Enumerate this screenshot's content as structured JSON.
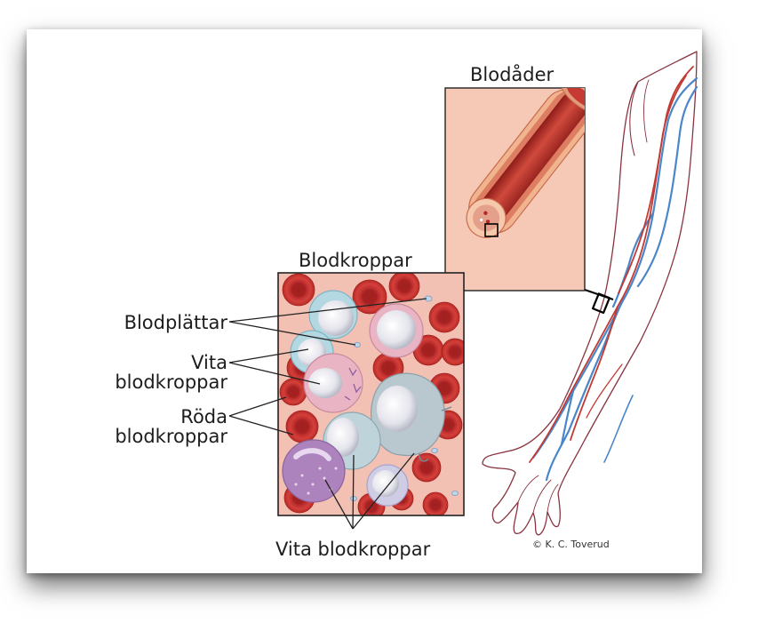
{
  "diagram": {
    "labels": {
      "blood_vessel_title": "Blodåder",
      "blood_cells_title": "Blodkroppar",
      "platelets": "Blodplättar",
      "white_cells_line1": "Vita",
      "white_cells_line2": "blodkroppar",
      "red_cells_line1": "Röda",
      "red_cells_line2": "blodkroppar",
      "white_cells_bottom": "Vita blodkroppar"
    },
    "credit": "© K. C. Toverud"
  },
  "colors": {
    "red_cell": "#c8322d",
    "red_cell_dark": "#a5211f",
    "plasma": "#f2c4b4",
    "vein_blue": "#4a86c8",
    "artery_red": "#c23a34",
    "outline": "#8a3340",
    "lymphocyte": "#b3d8e2",
    "neutrophil": "#e9b4c3",
    "eosinophil": "#ad83bd",
    "monocyte": "#b9c8cf"
  }
}
